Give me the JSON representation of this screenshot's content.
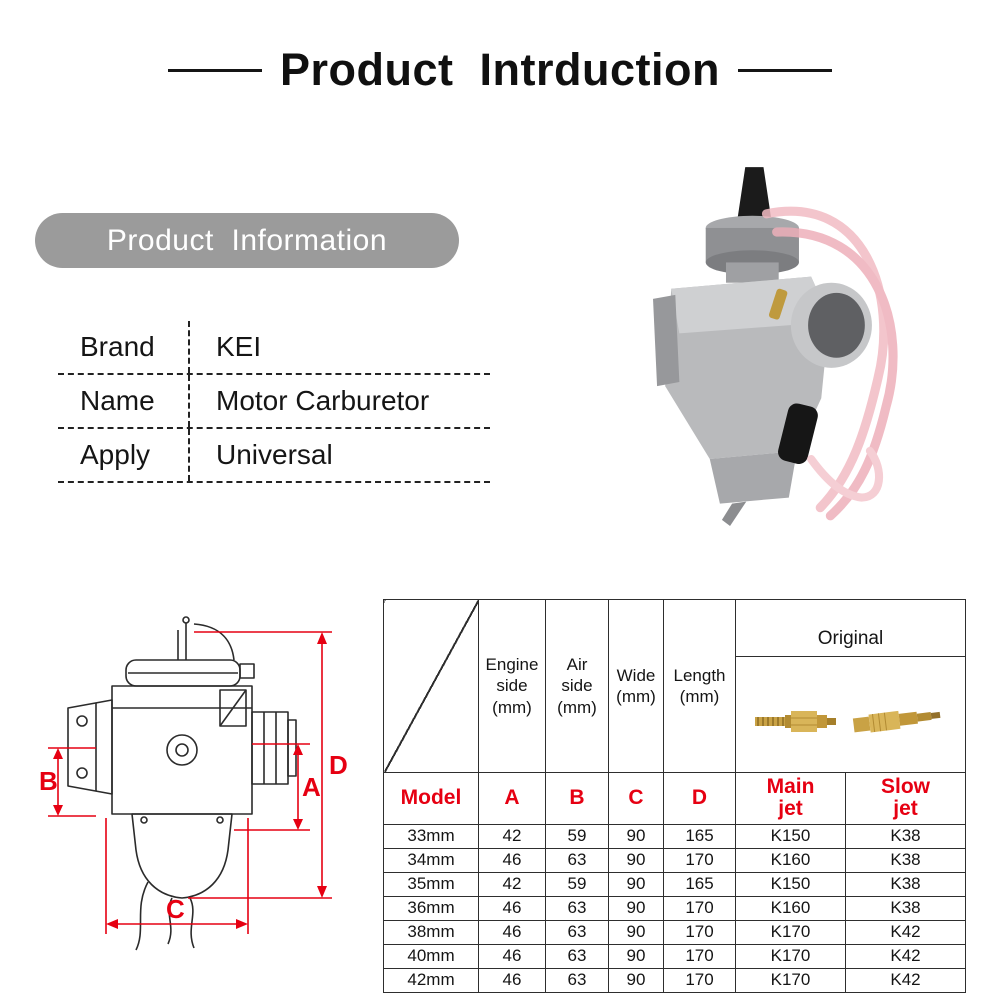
{
  "page": {
    "title": "Product  Intrduction"
  },
  "banner": {
    "label": "Product  Information"
  },
  "info": {
    "rows": [
      {
        "label": "Brand",
        "value": "KEI"
      },
      {
        "label": "Name",
        "value": "Motor Carburetor"
      },
      {
        "label": "Apply",
        "value": "Universal"
      }
    ]
  },
  "diagram": {
    "labels": {
      "a": "A",
      "b": "B",
      "c": "C",
      "d": "D"
    }
  },
  "table": {
    "col_headers": {
      "engine": "Engine\nside\n(mm)",
      "air": "Air\nside\n(mm)",
      "wide": "Wide\n(mm)",
      "length": "Length\n(mm)",
      "original": "Original",
      "model": "Model",
      "a": "A",
      "b": "B",
      "c": "C",
      "d": "D",
      "main_jet": "Main\njet",
      "slow_jet": "Slow\njet"
    },
    "rows": [
      [
        "33mm",
        "42",
        "59",
        "90",
        "165",
        "K150",
        "K38"
      ],
      [
        "34mm",
        "46",
        "63",
        "90",
        "170",
        "K160",
        "K38"
      ],
      [
        "35mm",
        "42",
        "59",
        "90",
        "165",
        "K150",
        "K38"
      ],
      [
        "36mm",
        "46",
        "63",
        "90",
        "170",
        "K160",
        "K38"
      ],
      [
        "38mm",
        "46",
        "63",
        "90",
        "170",
        "K170",
        "K42"
      ],
      [
        "40mm",
        "46",
        "63",
        "90",
        "170",
        "K170",
        "K42"
      ],
      [
        "42mm",
        "46",
        "63",
        "90",
        "170",
        "K170",
        "K42"
      ]
    ]
  },
  "colors": {
    "accent_red": "#e60012",
    "banner_gray": "#9b9b9b",
    "brass_gold": "#d9b559"
  },
  "images": {
    "product_photo": "carburetor-photo",
    "dimension_diagram": "carburetor-dimension-diagram",
    "main_jet_image": "main-jet-brass",
    "slow_jet_image": "slow-jet-brass"
  }
}
